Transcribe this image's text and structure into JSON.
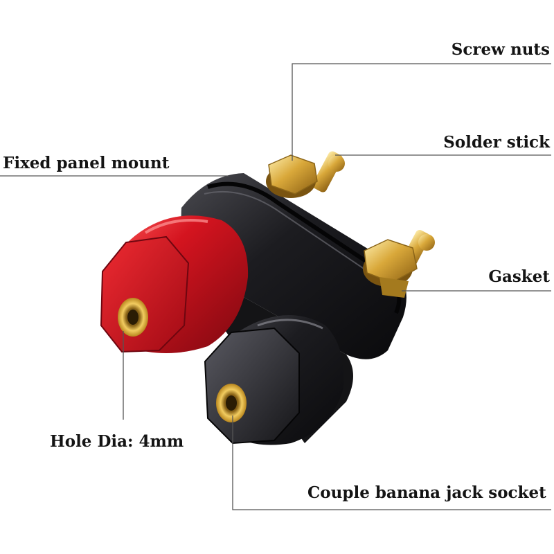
{
  "image": {
    "subject": "dual banana jack binding post connector",
    "colors": {
      "background": "#ffffff",
      "red_cap": "#c8101e",
      "black_body": "#1a1a1c",
      "brass": "#d4a53a",
      "leader_line": "#555555"
    }
  },
  "labels": {
    "screw_nuts": "Screw nuts",
    "solder_stick": "Solder stick",
    "fixed_panel_mount": "Fixed panel mount",
    "gasket": "Gasket",
    "hole_dia": "Hole Dia: 4mm",
    "couple_socket": "Couple banana jack socket"
  }
}
